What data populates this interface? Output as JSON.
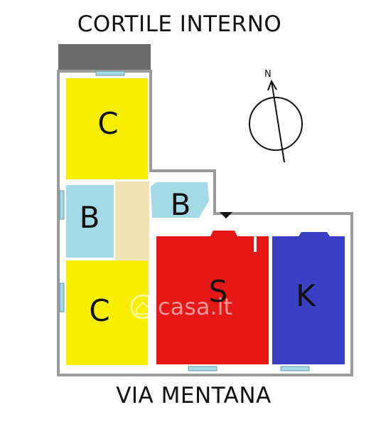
{
  "labels": {
    "top": "CORTILE INTERNO",
    "bottom": "VIA MENTANA"
  },
  "rooms": [
    {
      "letter": "C",
      "color": "#f7ee00"
    },
    {
      "letter": "B",
      "color": "#a4d9e6"
    },
    {
      "letter": "B",
      "color": "#a4d9e6"
    },
    {
      "letter": "C",
      "color": "#f7ee00"
    },
    {
      "letter": "S",
      "color": "#e61717"
    },
    {
      "letter": "K",
      "color": "#3b3fc6"
    }
  ],
  "corridor_color": "#efe3b4",
  "terrace_color": "#6b6b6b",
  "compass": {
    "north_label": "N"
  },
  "watermark": {
    "text": "casa.it"
  }
}
